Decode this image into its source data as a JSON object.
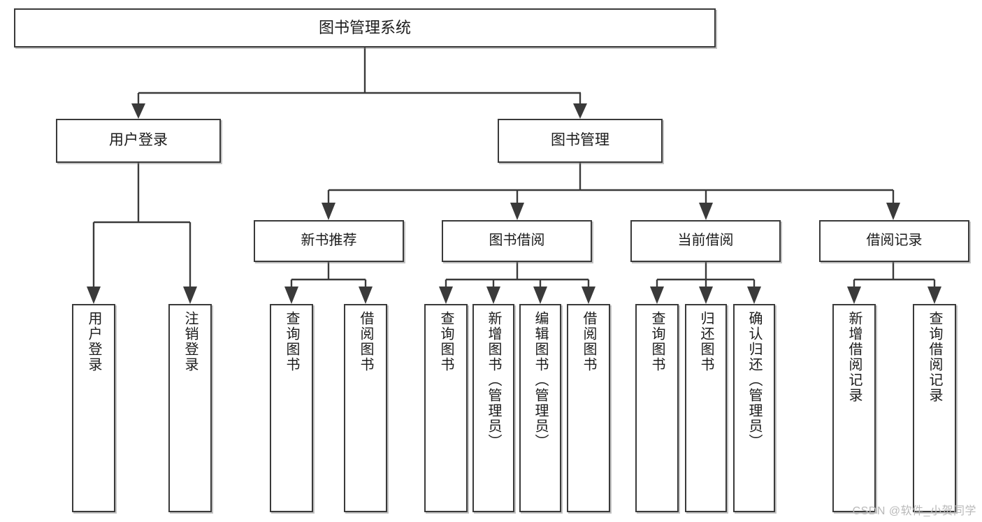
{
  "diagram": {
    "type": "tree-hierarchy",
    "title": "图书管理系统",
    "orientation": "top-down",
    "colors": {
      "stroke": "#3a3a3a",
      "box_fill": "#ffffff",
      "text": "#1b1b1b",
      "watermark": "#b9b9b9",
      "background": "#ffffff"
    }
  },
  "root": {
    "label": "图书管理系统"
  },
  "level1": [
    {
      "label": "用户登录"
    },
    {
      "label": "图书管理"
    }
  ],
  "level2": [
    {
      "label": "新书推荐"
    },
    {
      "label": "图书借阅"
    },
    {
      "label": "当前借阅"
    },
    {
      "label": "借阅记录"
    }
  ],
  "leaves": {
    "user_login": [
      {
        "label": "用户登录"
      },
      {
        "label": "注销登录"
      }
    ],
    "new_book_recommend": [
      {
        "label": "查询图书"
      },
      {
        "label": "借阅图书"
      }
    ],
    "book_borrow": [
      {
        "label": "查询图书"
      },
      {
        "label": "新增图书（管理员）"
      },
      {
        "label": "编辑图书（管理员）"
      },
      {
        "label": "借阅图书"
      }
    ],
    "current_borrow": [
      {
        "label": "查询图书"
      },
      {
        "label": "归还图书"
      },
      {
        "label": "确认归还（管理员）"
      }
    ],
    "borrow_record": [
      {
        "label": "新增借阅记录"
      },
      {
        "label": "查询借阅记录"
      }
    ]
  },
  "watermark": {
    "text": "CSDN @软件_小贺同学"
  }
}
